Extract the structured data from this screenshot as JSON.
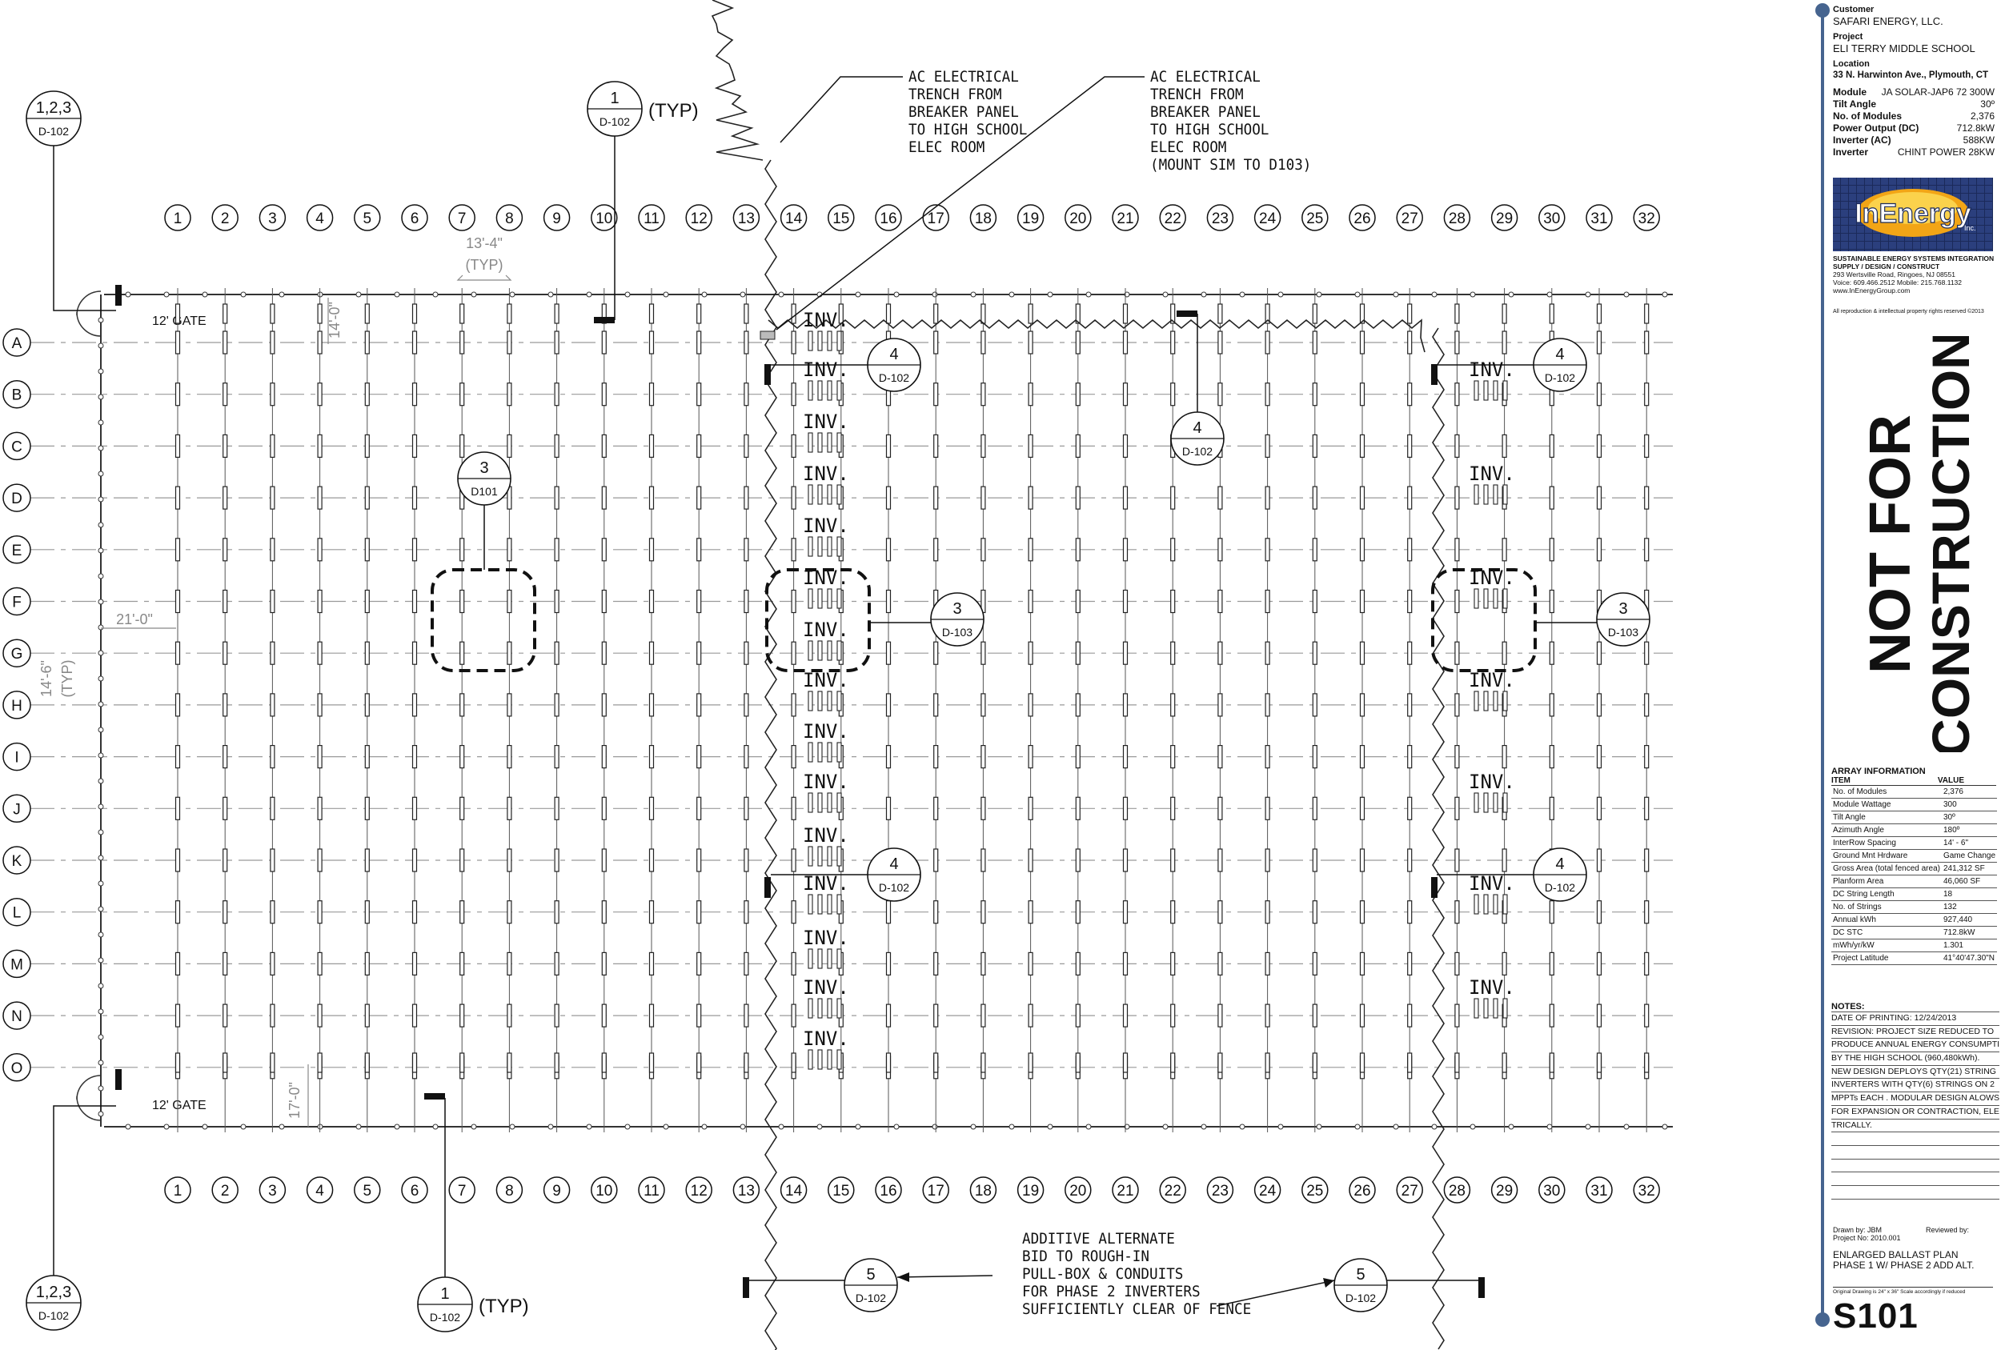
{
  "columns": [
    "1",
    "2",
    "3",
    "4",
    "5",
    "6",
    "7",
    "8",
    "9",
    "10",
    "11",
    "12",
    "13",
    "14",
    "15",
    "16",
    "17",
    "18",
    "19",
    "20",
    "21",
    "22",
    "23",
    "24",
    "25",
    "26",
    "27",
    "28",
    "29",
    "30",
    "31",
    "32"
  ],
  "rows": [
    "A",
    "B",
    "C",
    "D",
    "E",
    "F",
    "G",
    "H",
    "I",
    "J",
    "K",
    "L",
    "M",
    "N",
    "O"
  ],
  "notes_text": {
    "trench_left": [
      "AC ELECTRICAL",
      "TRENCH FROM",
      "BREAKER PANEL",
      "TO HIGH SCHOOL",
      "ELEC ROOM"
    ],
    "trench_right": [
      "AC ELECTRICAL",
      "TRENCH FROM",
      "BREAKER PANEL",
      "TO HIGH SCHOOL",
      "ELEC ROOM",
      "(MOUNT SIM TO D103)"
    ],
    "additive": [
      "ADDITIVE ALTERNATE",
      "BID TO ROUGH-IN",
      "PULL-BOX & CONDUITS",
      "FOR PHASE 2 INVERTERS",
      "SUFFICIENTLY CLEAR OF FENCE"
    ],
    "gate": "12' GATE",
    "typ": "(TYP)",
    "inv": "INV.",
    "dim_13_4": "13'-4\"",
    "dim_14_0": "14'-0\"",
    "dim_21_0": "21'-0\"",
    "dim_14_6": "14'-6\"",
    "dim_17_0": "17'-0\""
  },
  "callouts": {
    "c123": {
      "num": "1,2,3",
      "sheet": "D-102"
    },
    "c1": {
      "num": "1",
      "sheet": "D-102"
    },
    "c3a": {
      "num": "3",
      "sheet": "D101"
    },
    "c3b": {
      "num": "3",
      "sheet": "D-103"
    },
    "c4": {
      "num": "4",
      "sheet": "D-102"
    },
    "c5": {
      "num": "5",
      "sheet": "D-102"
    }
  },
  "titleblock": {
    "customer_label": "Customer",
    "customer": "SAFARI ENERGY, LLC.",
    "project_label": "Project",
    "project": "ELI TERRY MIDDLE SCHOOL",
    "location_label": "Location",
    "location": "33 N. Harwinton Ave., Plymouth, CT",
    "specs": [
      {
        "k": "Module",
        "v": "JA SOLAR-JAP6 72 300W"
      },
      {
        "k": "Tilt Angle",
        "v": "30º"
      },
      {
        "k": "No. of Modules",
        "v": "2,376"
      },
      {
        "k": "Power Output (DC)",
        "v": "712.8kW"
      },
      {
        "k": "Inverter (AC)",
        "v": "588KW"
      },
      {
        "k": "Inverter",
        "v": "CHINT POWER 28KW"
      }
    ],
    "logo_text": "InEnergy",
    "logo_sub": "Inc.",
    "company_lines": [
      "SUSTAINABLE ENERGY SYSTEMS INTEGRATION",
      "SUPPLY / DESIGN / CONSTRUCT",
      "293 Wertsville Road, Ringoes, NJ 08551",
      "Voice: 609.466.2512  Mobile: 215.768.1132",
      "www.InEnergyGroup.com"
    ],
    "copyright": "All reproduction & intellectual property rights reserved ©2013",
    "nfc_line1": "NOT FOR",
    "nfc_line2": "CONSTRUCTION",
    "array_info_title": "ARRAY INFORMATION",
    "array_info_head": {
      "item": "ITEM",
      "value": "VALUE"
    },
    "array_info": [
      {
        "item": "No. of Modules",
        "value": "2,376"
      },
      {
        "item": "Module Wattage",
        "value": "300"
      },
      {
        "item": "Tilt Angle",
        "value": "30º"
      },
      {
        "item": "Azimuth Angle",
        "value": "180º"
      },
      {
        "item": "InterRow Spacing",
        "value": "14' - 6\""
      },
      {
        "item": "Ground Mnt Hrdware",
        "value": "Game Change"
      },
      {
        "item": "Gross Area (total fenced area)",
        "value": "241,312 SF"
      },
      {
        "item": "Planform Area",
        "value": "46,060 SF"
      },
      {
        "item": "DC String Length",
        "value": "18"
      },
      {
        "item": "No. of Strings",
        "value": "132"
      },
      {
        "item": "Annual kWh",
        "value": "927,440"
      },
      {
        "item": "DC STC",
        "value": "712.8kW"
      },
      {
        "item": "mWh/yr/kW",
        "value": "1.301"
      },
      {
        "item": "Project Latitude",
        "value": "41°40'47.30\"N"
      }
    ],
    "notes_title": "NOTES:",
    "notes_lines": [
      "DATE OF PRINTING: 12/24/2013",
      "REVISION: PROJECT SIZE REDUCED TO",
      "PRODUCE ANNUAL ENERGY CONSUMPTION",
      "BY THE HIGH SCHOOL (960,480kWh).",
      "NEW DESIGN DEPLOYS QTY(21) STRING",
      "INVERTERS WITH QTY(6) STRINGS ON 2",
      "MPPTs EACH . MODULAR DESIGN ALOWS",
      "FOR EXPANSION OR CONTRACTION, ELEC-",
      "TRICALLY.",
      "",
      "",
      "",
      "",
      ""
    ],
    "drawn_by": "Drawn by: JBM",
    "reviewed_by": "Reviewed by:",
    "project_no": "Project No: 2010.001",
    "sheet_title_1": "ENLARGED BALLAST PLAN",
    "sheet_title_2": "PHASE 1 W/ PHASE 2 ADD ALT.",
    "scale_note": "Original Drawing is 24\" x 36\"  Scale accordingly if reduced",
    "sheet_number": "S101"
  }
}
